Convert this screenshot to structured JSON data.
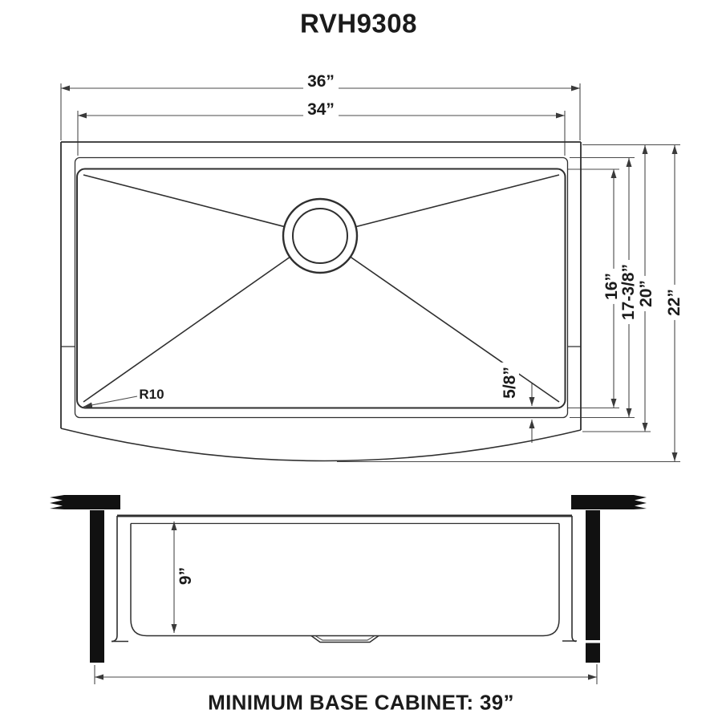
{
  "title": "RVH9308",
  "top_view": {
    "outer_width": "36”",
    "inner_width": "34”",
    "bowl_front_to_back": "16”",
    "cutout_front_to_back": "17-3/8”",
    "rim_front_to_back": "20”",
    "overall_front_to_back": "22”",
    "rim_lip": "5/8”",
    "corner_radius": "R10"
  },
  "front_view": {
    "bowl_depth": "9”",
    "cabinet_note": "MINIMUM BASE CABINET: 39”"
  },
  "colors": {
    "ink": "#2f2f2f",
    "dimension_line": "#4a4a4a",
    "solid_fill": "#111111",
    "background": "#ffffff"
  }
}
